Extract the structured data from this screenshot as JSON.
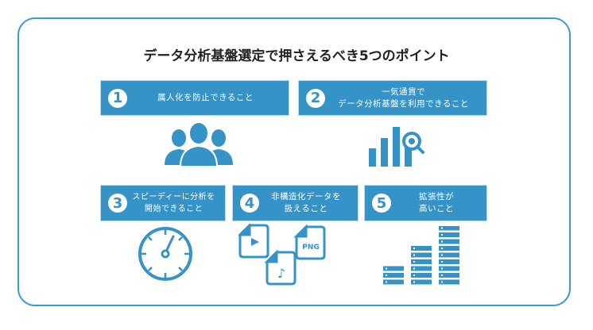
{
  "title": "データ分析基盤選定で押さえるべき5つのポイント",
  "points": [
    {
      "num": "1",
      "line1": "属人化を防止できること",
      "line2": ""
    },
    {
      "num": "2",
      "line1": "一気通貫で",
      "line2": "データ分析基盤を利用できること"
    },
    {
      "num": "3",
      "line1": "スピーディーに分析を",
      "line2": "開始できること"
    },
    {
      "num": "4",
      "line1": "非構造化データを",
      "line2": "扱えること"
    },
    {
      "num": "5",
      "line1": "拡張性が",
      "line2": "高いこと"
    }
  ],
  "png_label": "PNG",
  "accent": "#3593c8"
}
